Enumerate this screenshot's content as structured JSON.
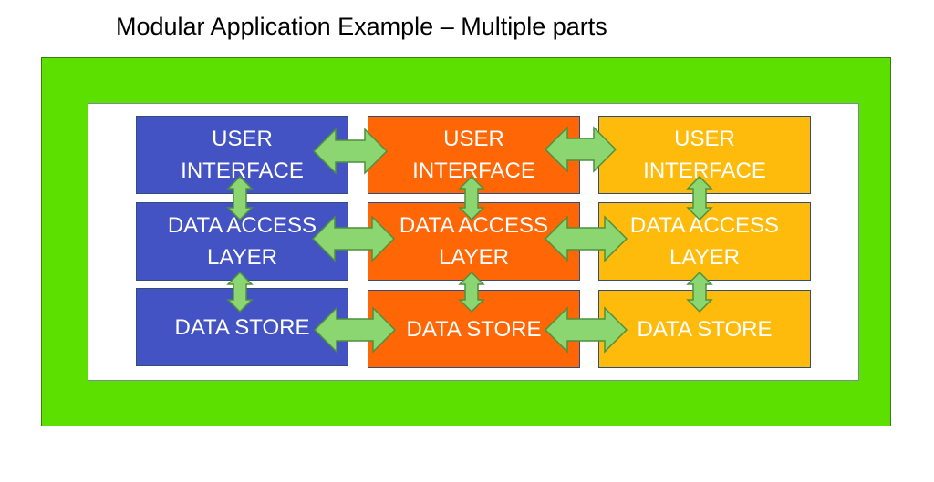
{
  "title": "Modular Application Example – Multiple parts",
  "colors": {
    "frame": "#5ce000",
    "panel": "#ffffff",
    "arrow_fill": "#8cd672",
    "arrow_stroke": "#4f8f3e"
  },
  "columns": [
    {
      "color": "#4453c4",
      "blocks": [
        {
          "label": "USER\nINTERFACE"
        },
        {
          "label": "DATA ACCESS\nLAYER"
        },
        {
          "label": "DATA STORE"
        }
      ]
    },
    {
      "color": "#ff6606",
      "blocks": [
        {
          "label": "USER\nINTERFACE"
        },
        {
          "label": "DATA ACCESS\nLAYER"
        },
        {
          "label": "DATA STORE"
        }
      ]
    },
    {
      "color": "#ffbb0c",
      "blocks": [
        {
          "label": "USER\nINTERFACE"
        },
        {
          "label": "DATA ACCESS\nLAYER"
        },
        {
          "label": "DATA STORE"
        }
      ]
    }
  ]
}
